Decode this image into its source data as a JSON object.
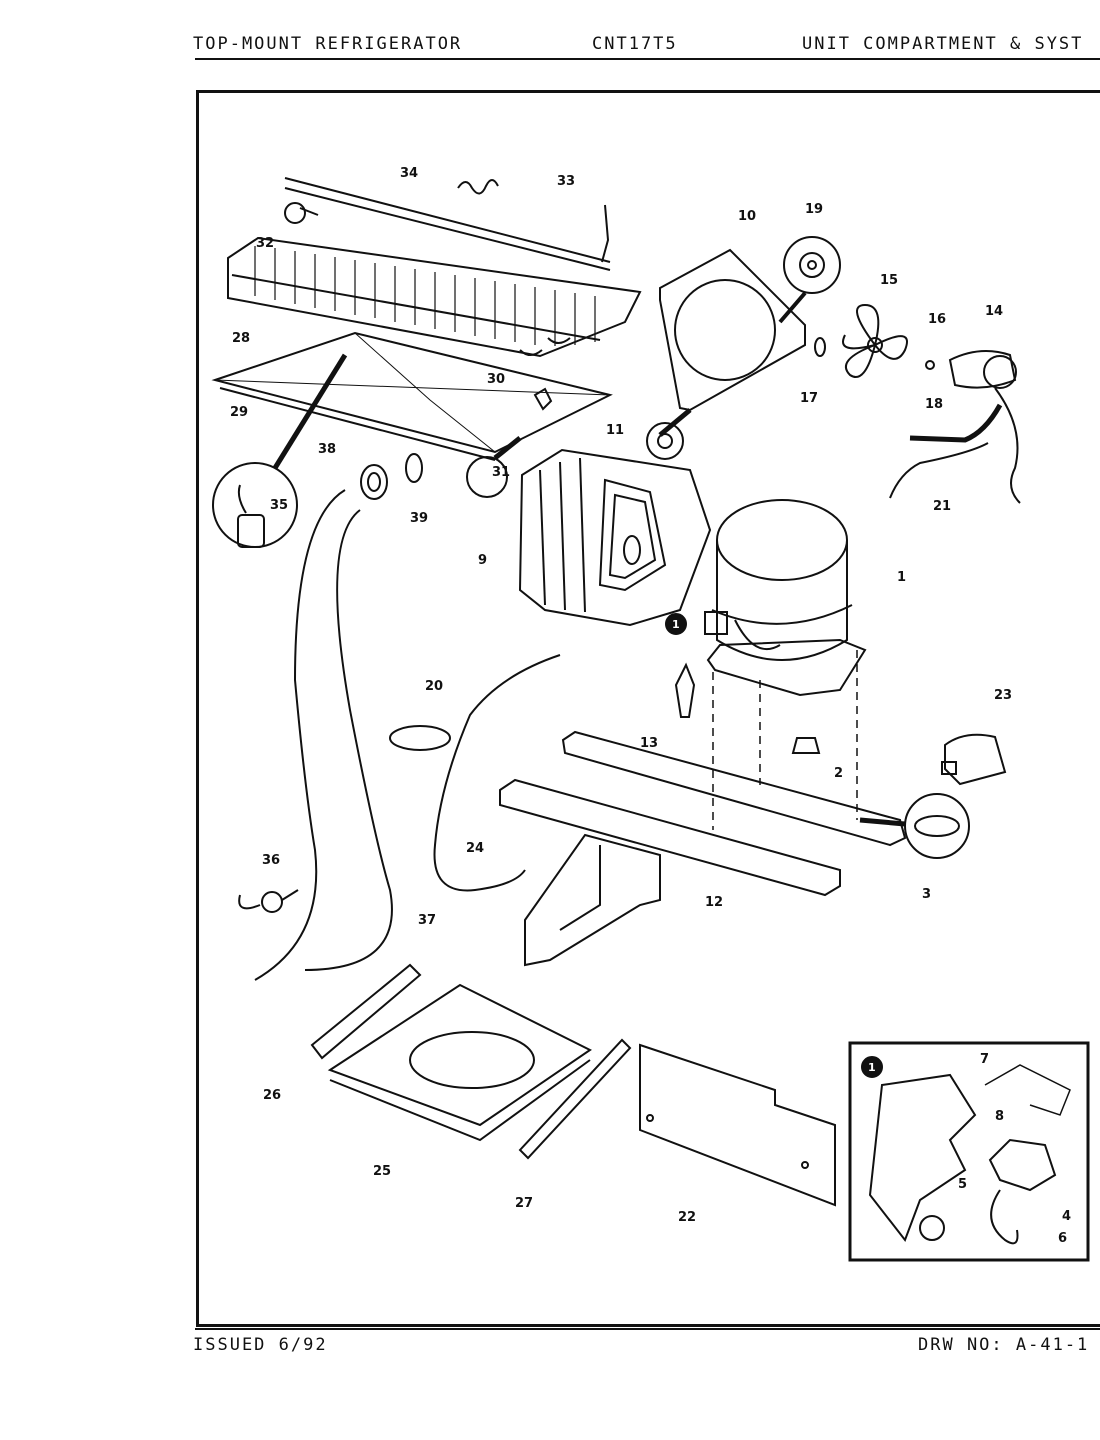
{
  "header": {
    "left": "TOP-MOUNT REFRIGERATOR",
    "center": "CNT17T5",
    "right": "UNIT COMPARTMENT & SYST"
  },
  "footer": {
    "issued": "ISSUED 6/92",
    "drawing": "DRW NO: A-41-1"
  },
  "part_labels": [
    "1",
    "2",
    "3",
    "4",
    "5",
    "6",
    "7",
    "8",
    "9",
    "10",
    "11",
    "12",
    "13",
    "14",
    "15",
    "16",
    "17",
    "18",
    "19",
    "20",
    "21",
    "22",
    "23",
    "24",
    "25",
    "26",
    "27",
    "28",
    "29",
    "30",
    "31",
    "32",
    "33",
    "34",
    "35",
    "36",
    "37",
    "38",
    "39"
  ],
  "inset_marker": "1"
}
